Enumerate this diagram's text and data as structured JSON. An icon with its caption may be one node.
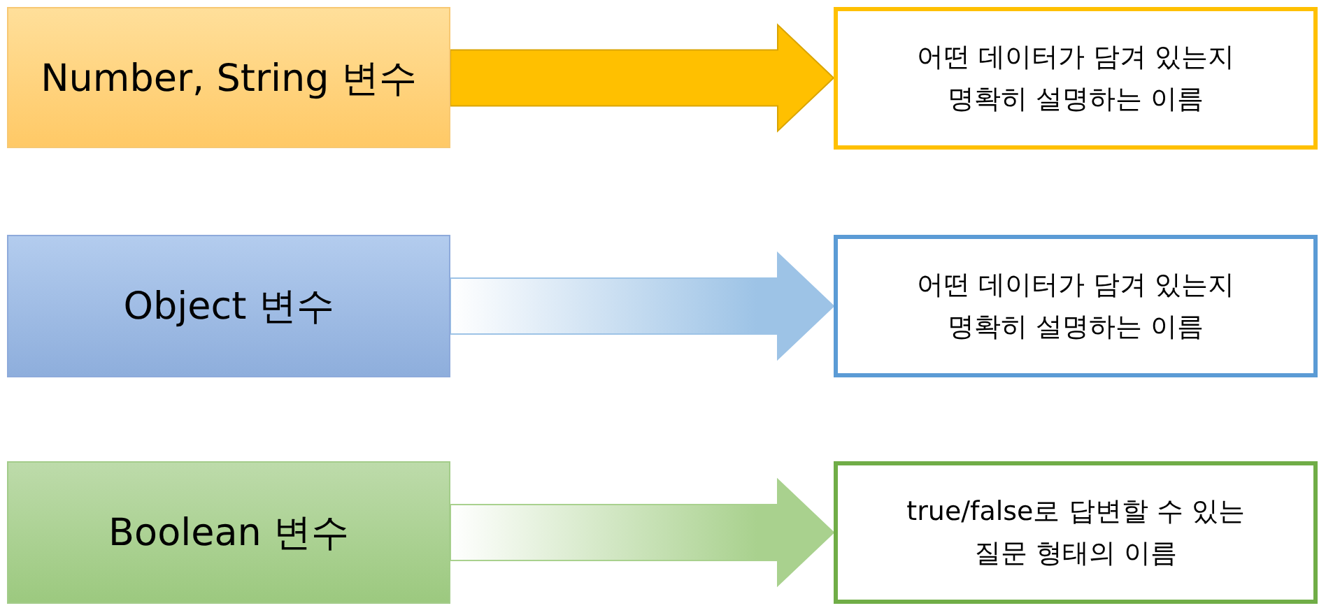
{
  "diagram": {
    "nodes": [
      {
        "text": [
          "Number, String 변수"
        ]
      },
      {
        "text": [
          "어떤 데이터가 담겨 있는지 명확히 설명하는 이름"
        ]
      },
      {
        "text": [
          "Object 변수"
        ]
      },
      {
        "text": [
          "어떤 데이터가 담겨 있는지 명확히 설명하는 이름"
        ]
      },
      {
        "text": [
          "Boolean 변수"
        ]
      },
      {
        "text": [
          "true/false로 답변할 수 있는 질문 형태의 이름"
        ]
      }
    ],
    "edges": [
      {
        "from": 0,
        "to": 1,
        "arrow": "to",
        "style": "thick",
        "color": "#ffc000"
      },
      {
        "from": 2,
        "to": 3,
        "arrow": "to",
        "style": "thick",
        "color": "#9dc3e6"
      },
      {
        "from": 4,
        "to": 5,
        "arrow": "to",
        "style": "thick",
        "color": "#a9d18e"
      }
    ]
  }
}
